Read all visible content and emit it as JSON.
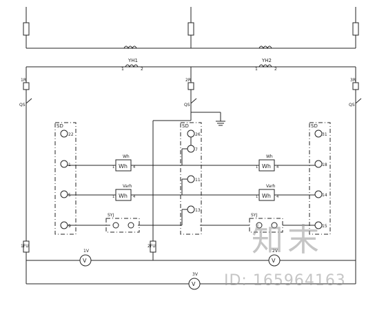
{
  "colors": {
    "line": "#222222",
    "background": "#ffffff",
    "watermark": "#9a9a9a"
  },
  "transformers": {
    "left": "YH1",
    "right": "YH2"
  },
  "pt_terminals": {
    "left_1": "1",
    "left_2": "2",
    "right_1": "1",
    "right_2": "2"
  },
  "fuse_labels": {
    "left": "1R",
    "middle": "2R",
    "right": "3R"
  },
  "switch_labels": {
    "left": "QS",
    "middle": "QS",
    "right": "QS"
  },
  "blocks": {
    "left": {
      "name": "SD",
      "terminal_numbers": [
        "22",
        "1",
        "5",
        "9"
      ]
    },
    "middle": {
      "name": "SD",
      "terminal_numbers": [
        "26",
        "7",
        "11",
        "13"
      ]
    },
    "right": {
      "name": "SD",
      "terminal_numbers": [
        "31",
        "18",
        "14",
        "15"
      ]
    }
  },
  "meters": {
    "wh_label": "Wh",
    "varh_label": "Varh",
    "symbol": "Wh",
    "left_wh": {
      "in": "1",
      "out": "4"
    },
    "left_varh": {
      "in": "1",
      "out": "4"
    },
    "right_wh": {
      "in": "1",
      "out": "4"
    },
    "right_varh": {
      "in": "1",
      "out": "4"
    }
  },
  "syj": {
    "label": "SYJ"
  },
  "bottom_fuses": {
    "left": "1FU",
    "middle": "2FU"
  },
  "voltmeters": [
    {
      "label": "1V",
      "symbol": "V"
    },
    {
      "label": "2V",
      "symbol": "V"
    },
    {
      "label": "3V",
      "symbol": "V"
    }
  ],
  "watermark": {
    "logo": "知末",
    "id": "ID: 165964163"
  }
}
